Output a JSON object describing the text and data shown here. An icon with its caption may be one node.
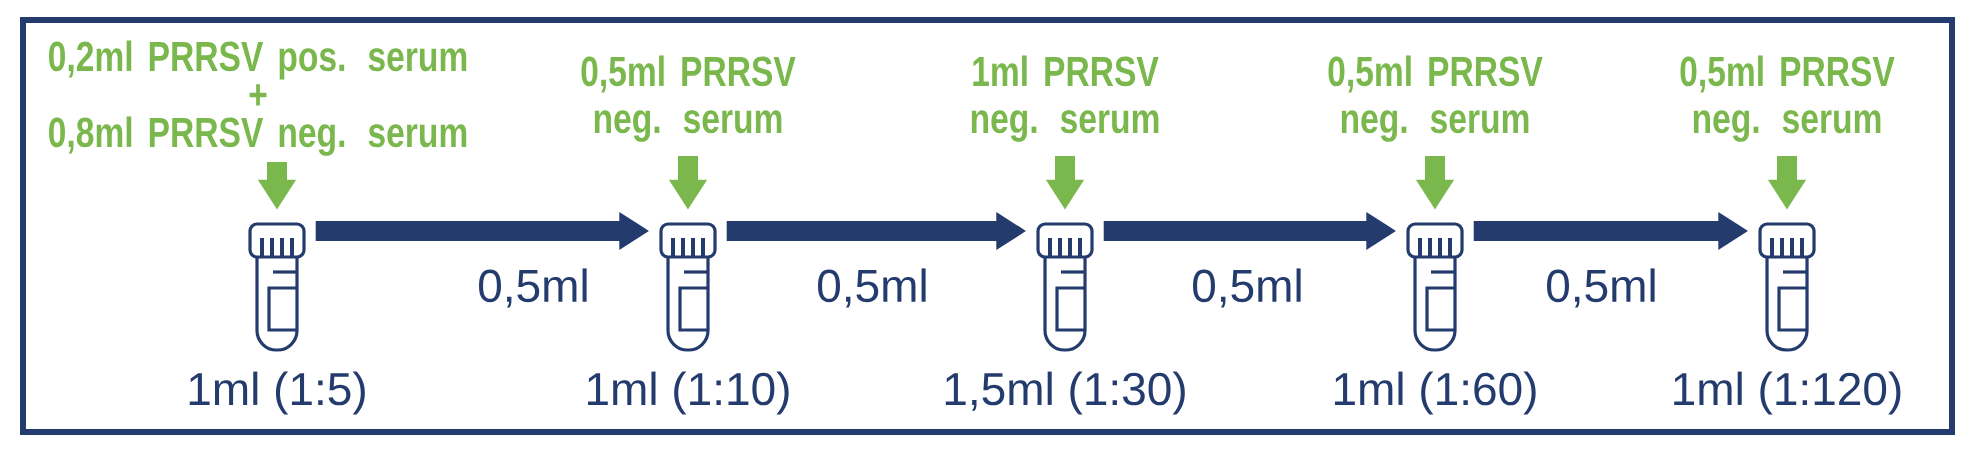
{
  "diagram": {
    "nodes": [
      {
        "text": [
          "0,2ml PRRSV pos. serum",
          "+",
          "0,8ml PRRSV neg. serum"
        ]
      },
      {
        "text": [
          "0,5ml PRRSV neg. serum"
        ]
      },
      {
        "text": [
          "1ml PRRSV neg. serum"
        ]
      },
      {
        "text": [
          "0,5ml PRRSV neg. serum"
        ]
      },
      {
        "text": [
          "0,5ml PRRSV neg. serum"
        ]
      },
      {
        "text": [],
        "shape": "picture",
        "beside": [
          "1ml (1:5)"
        ]
      },
      {
        "text": [],
        "shape": "picture",
        "beside": [
          "1ml (1:10)"
        ]
      },
      {
        "text": [],
        "shape": "picture",
        "beside": [
          "1,5ml (1:30)"
        ]
      },
      {
        "text": [],
        "shape": "picture",
        "beside": [
          "1ml (1:60)"
        ]
      },
      {
        "text": [],
        "shape": "picture",
        "beside": [
          "1ml (1:120)"
        ]
      }
    ],
    "edges": [
      {
        "from": 0,
        "to": 5,
        "arrow": "to",
        "color": "#7ab84d"
      },
      {
        "from": 1,
        "to": 6,
        "arrow": "to",
        "color": "#7ab84d"
      },
      {
        "from": 2,
        "to": 7,
        "arrow": "to",
        "color": "#7ab84d"
      },
      {
        "from": 3,
        "to": 8,
        "arrow": "to",
        "color": "#7ab84d"
      },
      {
        "from": 4,
        "to": 9,
        "arrow": "to",
        "color": "#7ab84d"
      },
      {
        "from": 5,
        "to": 6,
        "arrow": "to",
        "label": "0,5ml",
        "color": "#243b6d"
      },
      {
        "from": 6,
        "to": 7,
        "arrow": "to",
        "label": "0,5ml",
        "color": "#243b6d"
      },
      {
        "from": 7,
        "to": 8,
        "arrow": "to",
        "label": "0,5ml",
        "color": "#243b6d"
      },
      {
        "from": 8,
        "to": 9,
        "arrow": "to",
        "label": "0,5ml",
        "color": "#243b6d"
      }
    ]
  }
}
